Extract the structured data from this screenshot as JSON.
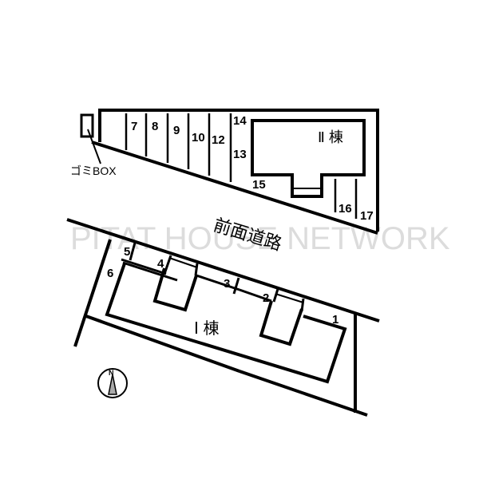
{
  "map": {
    "road_label": "前面道路",
    "watermark": "PITAT HOUSE NETWORK",
    "trash_label": "ゴミBOX",
    "building_1_label": "Ⅰ 棟",
    "building_2_label": "Ⅱ 棟",
    "compass_label": "N",
    "parking_spaces_north": [
      "7",
      "8",
      "9",
      "10",
      "12",
      "13",
      "14",
      "15",
      "16",
      "17"
    ],
    "parking_spaces_south": [
      "1",
      "2",
      "3",
      "4",
      "5",
      "6"
    ]
  },
  "colors": {
    "line": "#000000",
    "background": "#ffffff",
    "watermark": "#dcdcdc",
    "compass_fill": "#aaaaaa"
  }
}
